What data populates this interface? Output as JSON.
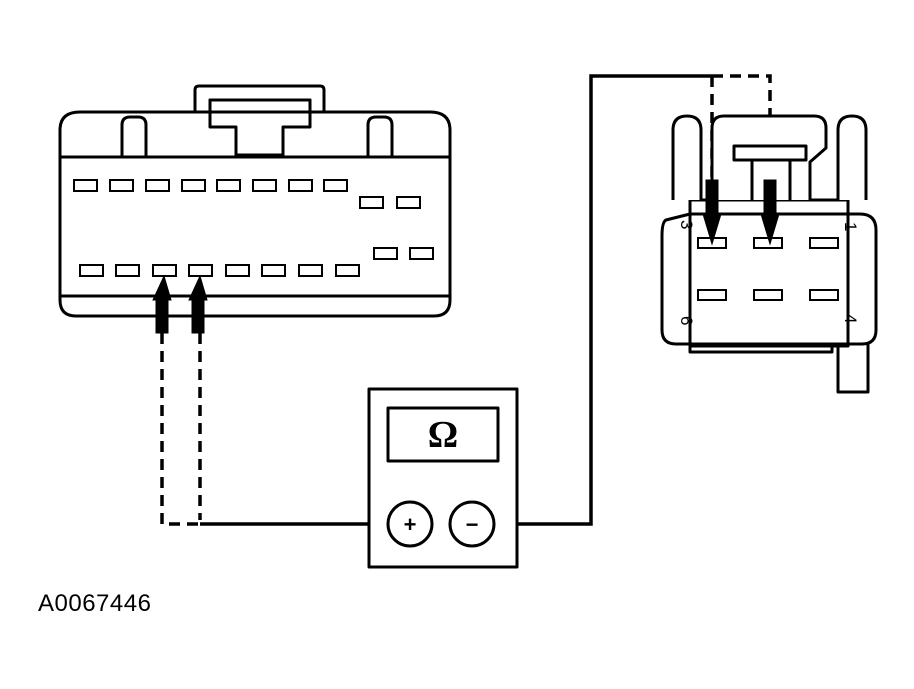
{
  "figure": {
    "id": "A0067446"
  },
  "meter": {
    "display_symbol": "Ω",
    "positive_label": "+",
    "negative_label": "−"
  },
  "right_connector": {
    "pin_labels": {
      "pin1": "1",
      "pin3": "3",
      "pin4": "4",
      "pin6": "6"
    }
  },
  "colors": {
    "ink": "#000000",
    "background": "#ffffff"
  }
}
